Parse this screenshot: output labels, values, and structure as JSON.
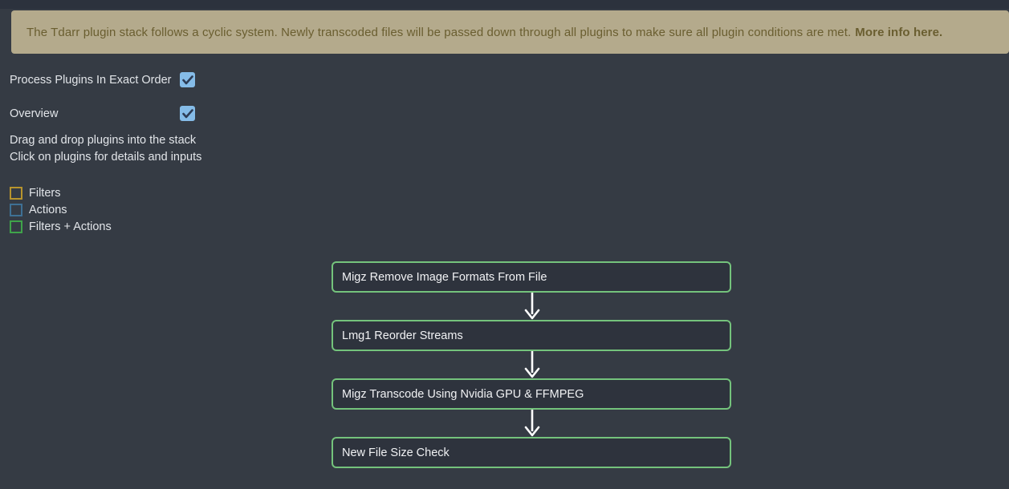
{
  "banner": {
    "text": "The Tdarr plugin stack follows a cyclic system. Newly transcoded files will be passed down through all plugins to make sure all plugin conditions are met.",
    "link_text": "More info here."
  },
  "controls": {
    "process_order": {
      "label": "Process Plugins In Exact Order",
      "checked": true
    },
    "overview": {
      "label": "Overview",
      "checked": true
    }
  },
  "instructions": {
    "line1": "Drag and drop plugins into the stack",
    "line2": "Click on plugins for details and inputs"
  },
  "legend": [
    {
      "label": "Filters",
      "color": "#b7942d"
    },
    {
      "label": "Actions",
      "color": "#3e7094"
    },
    {
      "label": "Filters + Actions",
      "color": "#3fa34a"
    }
  ],
  "stack": {
    "plugins": [
      "Migz Remove Image Formats From File",
      "Lmg1 Reorder Streams",
      "Migz Transcode Using Nvidia GPU & FFMPEG",
      "New File Size Check"
    ]
  },
  "colors": {
    "page_bg": "#353b44",
    "top_strip": "#2c323d",
    "banner_bg": "#b4aa8c",
    "banner_text": "#6a5e30",
    "checkbox_fill": "#85bce8",
    "checkbox_check": "#2d3c55",
    "plugin_border": "#74c37c",
    "plugin_bg": "#2e333d",
    "arrow": "#ffffff"
  }
}
